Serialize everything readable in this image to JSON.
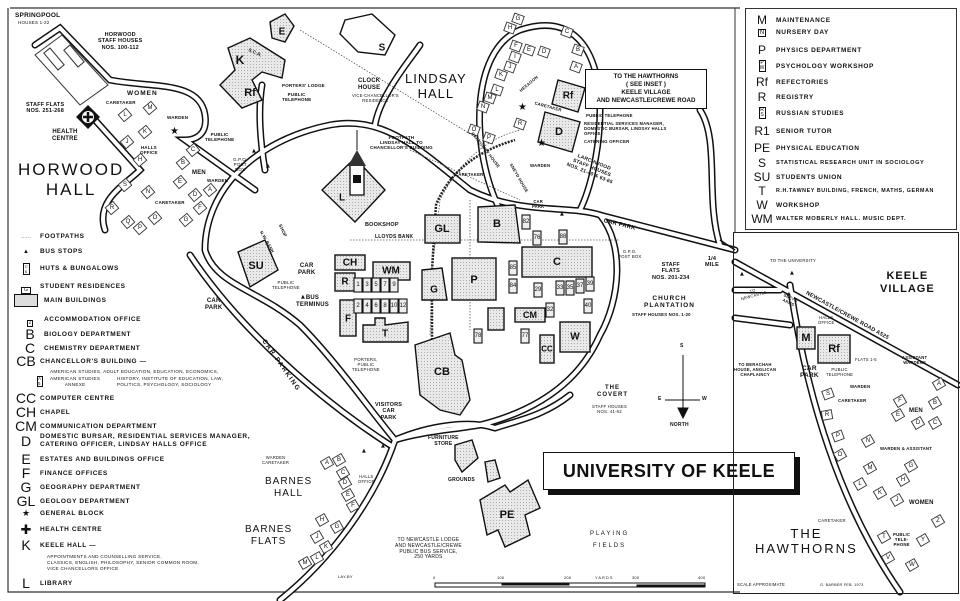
{
  "title": "UNIVERSITY OF KEELE",
  "hawthorns_sign": "TO THE HAWTHORNS\n( SEE INSET )\nKEELE VILLAGE\nAND NEWCASTLE/CREWE ROAD",
  "legend_left": [
    {
      "sym": "......",
      "label": "FOOTPATHS"
    },
    {
      "sym": "▲",
      "label": "BUS STOPS"
    },
    {
      "sym": "7/6",
      "label": "HUTS & BUNGALOWS"
    },
    {
      "sym": "G",
      "label": "STUDENT RESIDENCES"
    },
    {
      "sym": "",
      "label": "MAIN BUILDINGS"
    },
    {
      "sym": "2",
      "label": "ACCOMMODATION OFFICE"
    },
    {
      "sym": "B",
      "label": "BIOLOGY DEPARTMENT"
    },
    {
      "sym": "C",
      "label": "CHEMISTRY DEPARTMENT"
    },
    {
      "sym": "CB",
      "label": "CHANCELLOR'S BUILDING —"
    },
    {
      "sym": "CC",
      "label": "COMPUTER CENTRE"
    },
    {
      "sym": "CH",
      "label": "CHAPEL"
    },
    {
      "sym": "CM",
      "label": "COMMUNICATION DEPARTMENT"
    },
    {
      "sym": "D",
      "label": "DOMESTIC BURSAR, RESIDENTIAL SERVICES MANAGER,\nCATERING OFFICER, LINDSAY HALLS OFFICE"
    },
    {
      "sym": "E",
      "label": "ESTATES AND BUILDINGS OFFICE"
    },
    {
      "sym": "F",
      "label": "FINANCE OFFICES"
    },
    {
      "sym": "G",
      "label": "GEOGRAPHY DEPARTMENT"
    },
    {
      "sym": "GL",
      "label": "GEOLOGY DEPARTMENT"
    },
    {
      "sym": "★",
      "label": "GENERAL BLOCK"
    },
    {
      "sym": "✚",
      "label": "HEALTH CENTRE"
    },
    {
      "sym": "K",
      "label": "KEELE HALL —"
    },
    {
      "sym": "L",
      "label": "LIBRARY"
    }
  ],
  "legend_sub": {
    "cb_line1": "AMERICAN STUDIES,  ADULT EDUCATION, EDUCATION, ECONOMICS,",
    "cb_annexe_sym": "A5",
    "cb_annexe": "AMERICAN STUDIES\nANNEXE",
    "cb_line2": "HISTORY, INSTITUTE OF EDUCATION, LAW,\nPOLITICS, PSYCHOLOGY, SOCIOLOGY",
    "keele_hall": "APPOINTMENTS AND COUNSELLING SERVICE,\nCLASSICS, ENGLISH, PHILOSOPHY, SENIOR COMMON ROOM,\nVICE CHANCELLORS OFFICE"
  },
  "legend_right": [
    {
      "sym": "M",
      "label": "MAINTENANCE"
    },
    {
      "sym": "N",
      "label": "NURSERY DAY"
    },
    {
      "sym": "P",
      "label": "PHYSICS DEPARTMENT"
    },
    {
      "sym": "PW",
      "label": "PSYCHOLOGY WORKSHOP"
    },
    {
      "sym": "Rf",
      "label": "REFECTORIES"
    },
    {
      "sym": "R",
      "label": "REGISTRY"
    },
    {
      "sym": "RS",
      "label": "RUSSIAN STUDIES"
    },
    {
      "sym": "R1",
      "label": "SENIOR TUTOR"
    },
    {
      "sym": "PE",
      "label": "PHYSICAL EDUCATION"
    },
    {
      "sym": "S",
      "label": "STATISTICAL RESEARCH UNIT IN SOCIOLOGY"
    },
    {
      "sym": "SU",
      "label": "STUDENTS UNION"
    },
    {
      "sym": "T",
      "label": "R.H.TAWNEY BUILDING, FRENCH, MATHS, GERMAN"
    },
    {
      "sym": "W",
      "label": "WORKSHOP"
    },
    {
      "sym": "WM",
      "label": "WALTER MOBERLY HALL. MUSIC DEPT."
    }
  ],
  "labels": {
    "springpool": "SPRINGPOOL",
    "springpool_sub": "HOUSES 1-22",
    "horwood_staff": "HORWOOD\nSTAFF HOUSES\nNOS. 100-112",
    "staff_flats": "STAFF FLATS\nNOS. 251-268",
    "health_centre": "HEALTH\nCENTRE",
    "horwood_hall": "HORWOOD\nHALL",
    "women": "WOMEN",
    "caretaker": "CARETAKER",
    "warden": "WARDEN",
    "public_telephone": "PUBLIC\nTELEPHONE",
    "halls_office": "HALLS\nOFFICE",
    "men": "MEN",
    "gpo_post_box": "G.P.O.\nPOST\nBOX",
    "scr": "S.C.R.",
    "porters_lodge": "PORTERS' LODGE",
    "public_telephone_2": "PUBLIC\nTELEPHONE",
    "clock_house": "CLOCK\nHOUSE",
    "vc_residence": "VICE-CHANCELLOR'S\nRESIDENCE",
    "lindsay_hall": "LINDSAY\nHALL",
    "footpath": "FOOTPATH\nLINDSAY HALL TO\nCHANCELLOR'S BUILDING",
    "hexagon": "HEXAGON",
    "lindsay_caretaker": "CARETAKER",
    "lindsay_public_telephone": "PUBLIC TELEPHONE",
    "lindsay_offices": "RESIDENTIAL SERVICES MANAGER,\nDOMESTIC BURSAR, LINDSAY HALLS\nOFFICE",
    "catering_officer": "CATERING OFFICER",
    "lindsay_warden": "WARDEN",
    "harrowby_house": "HARROWBY HOUSE",
    "sneyd_house": "SNEYD HOUSE",
    "caretaker_2": "CARETAKER",
    "car_park_small": "CAR\nPARK",
    "larchwood": "LARCHWOOD\nSTAFF HOUSES\nNOS. 21-40 & 63-65",
    "car_park_road": "CAR PARK",
    "bookshop": "BOOKSHOP",
    "lloyds_bank": "LLOYDS BANK",
    "shop": "SHOP",
    "nw_bank": "N.W. BANK",
    "car_park_centre": "CAR\nPARK",
    "public_telephone_3": "PUBLIC\nTELEPHONE",
    "bus_terminus": "BUS\nTERMINUS",
    "car_park_left": "CAR\nPARK",
    "car_parking": "CAR PARKING",
    "gpo_post_box_2": "G.P.O.\nPOST BOX",
    "staff_flats_2": "STAFF\nFLATS\nNOS. 201-234",
    "church_plantation": "CHURCH\nPLANTATION",
    "church_sub": "STAFF HOUSES NOS. 1-20",
    "quarter_mile": "1/4\nMILE",
    "porters_telephone": "PORTERS,\nPUBLIC\nTELEPHONE",
    "visitors_car_park": "VISITORS\nCAR\nPARK",
    "the_covert": "THE\nCOVERT",
    "covert_sub": "STAFF HOUSES\nNOS. 41-62",
    "compass_s": "S",
    "compass_e": "E",
    "compass_w": "W",
    "compass_north": "NORTH",
    "furniture_store": "FURNITURE\nSTORE",
    "grounds": "GROUNDS",
    "barnes_warden": "WARDEN\nCARETAKER",
    "barnes_hall": "BARNES\nHALL",
    "barnes_halls_office": "HALLS\nOFFICE",
    "barnes_flats": "BARNES\nFLATS",
    "to_newcastle_lodge": "TO NEWCASTLE LODGE\nAND NEWCASTLE/CREWE\nPUBLIC BUS SERVICE,\n250 YARDS",
    "lay_by": "LAY-BY",
    "playing_fields": "P L A Y I N G\nF I E L D S",
    "scale_0": "0",
    "scale_100": "100",
    "scale_200": "200",
    "scale_unit": "YARDS",
    "scale_300": "300",
    "scale_400": "400"
  },
  "buildings": {
    "E": "E",
    "K": "K",
    "Rf": "Rf",
    "S": "S",
    "L": "L",
    "Rf2": "Rf",
    "D": "D",
    "GL": "GL",
    "B": "B",
    "SU": "SU",
    "CH": "CH",
    "WM": "WM",
    "R": "R",
    "F": "F",
    "T": "T",
    "G": "G",
    "P": "P",
    "C": "C",
    "CM": "CM",
    "CC": "CC",
    "W": "W",
    "CB": "CB",
    "PE": "PE"
  },
  "huts": [
    "1",
    "3",
    "5",
    "7",
    "9",
    "2",
    "4",
    "6",
    "8",
    "10",
    "12",
    "76",
    "88",
    "82",
    "85",
    "84",
    "29",
    "33",
    "35",
    "37",
    "39",
    "40",
    "32",
    "77",
    "78"
  ],
  "residences": {
    "horwood": [
      "L",
      "M",
      "K",
      "J",
      "H",
      "C",
      "B",
      "A",
      "E",
      "D",
      "F",
      "G",
      "S",
      "R",
      "Q",
      "P",
      "O",
      "N"
    ],
    "lindsay": [
      "G",
      "H",
      "C",
      "F",
      "E",
      "D",
      "B",
      "A",
      "I",
      "J",
      "K",
      "L",
      "M",
      "N",
      "O",
      "P",
      "R"
    ],
    "barnes": [
      "A",
      "B",
      "C",
      "D",
      "E",
      "F",
      "H",
      "G",
      "J",
      "K",
      "L",
      "M"
    ],
    "hawthorns": [
      "A",
      "B",
      "C",
      "D",
      "E",
      "F",
      "S",
      "R",
      "P",
      "O",
      "N",
      "M",
      "L",
      "K",
      "J",
      "H",
      "G",
      "T",
      "V",
      "W",
      "Y",
      "Z"
    ]
  },
  "inset": {
    "to_university": "TO THE UNIVERSITY",
    "keele_village": "KEELE\nVILLAGE",
    "road": "NEWCASTLE/CREWE ROAD A525",
    "to_newcastle": "TO\nNEWCASTLE",
    "sneyd_arms": "SNEYD\nARMS",
    "halls_office": "HALLS\nOFFICE",
    "M": "M",
    "Rf": "Rf",
    "assistant_wardens": "ASSISTANT\nWARDENS",
    "flats": "FLATS 1-5",
    "to_berachah": "TO BERACHAH\nHOUSE, ANGLICAN\nCHAPLAINCY",
    "car_park": "CAR\nPARK",
    "public_telephone": "PUBLIC\nTELEPHONE",
    "warden": "WARDEN",
    "caretaker": "CARETAKER",
    "men": "MEN",
    "warden_assistant": "WARDEN & ASSISTANT",
    "women": "WOMEN",
    "caretaker_2": "CARETAKER",
    "public_telephone_2": "PUBLIC\nTELE-\nPHONE",
    "the_hawthorns": "THE\nHAWTHORNS",
    "scale_approx": "SCALE APPROXIMATE",
    "credit": "G. BARBER  FEB. 1973"
  }
}
